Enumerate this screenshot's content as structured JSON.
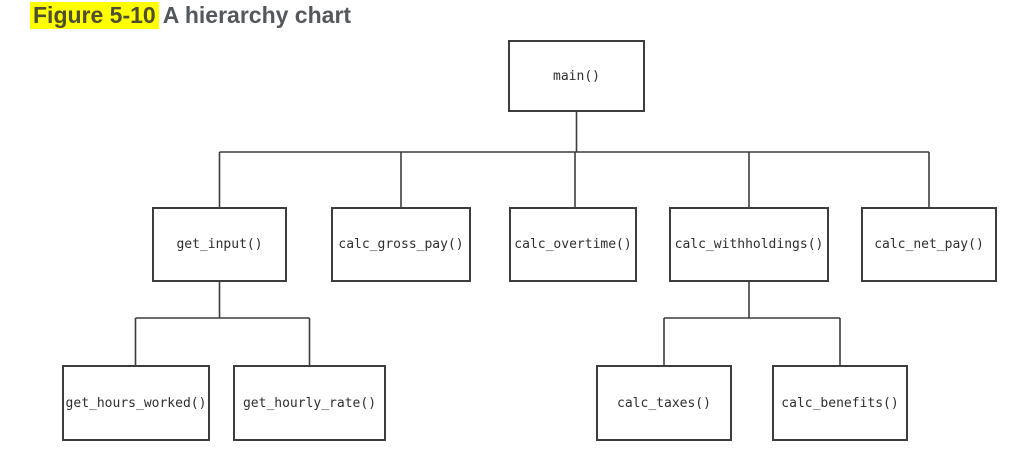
{
  "figure": {
    "label": "Figure 5-10",
    "caption": "A hierarchy chart"
  },
  "colors": {
    "highlight": "#ffff00",
    "label_text": "#4f4e30",
    "caption_text": "#54585d",
    "line": "#3d3d3d",
    "node_border": "#3d3d3d",
    "node_text": "#2e2e2e",
    "background": "#ffffff"
  },
  "diagram": {
    "type": "hierarchy-chart",
    "nodes": {
      "main": {
        "label": "main()",
        "parent": null
      },
      "get_input": {
        "label": "get_input()",
        "parent": "main"
      },
      "calc_gross_pay": {
        "label": "calc_gross_pay()",
        "parent": "main"
      },
      "calc_overtime": {
        "label": "calc_overtime()",
        "parent": "main"
      },
      "calc_withholdings": {
        "label": "calc_withholdings()",
        "parent": "main"
      },
      "calc_net_pay": {
        "label": "calc_net_pay()",
        "parent": "main"
      },
      "get_hours_worked": {
        "label": "get_hours_worked()",
        "parent": "get_input"
      },
      "get_hourly_rate": {
        "label": "get_hourly_rate()",
        "parent": "get_input"
      },
      "calc_taxes": {
        "label": "calc_taxes()",
        "parent": "calc_withholdings"
      },
      "calc_benefits": {
        "label": "calc_benefits()",
        "parent": "calc_withholdings"
      }
    }
  }
}
